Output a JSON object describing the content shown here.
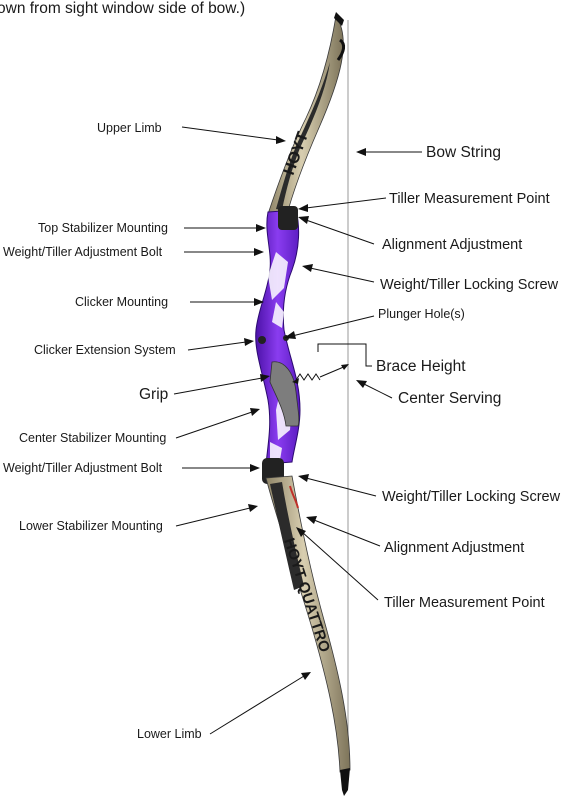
{
  "caption": "own from sight window side of bow.)",
  "labels": {
    "upper_limb": "Upper Limb",
    "bow_string": "Bow String",
    "tiller_point_top": "Tiller Measurement Point",
    "top_stab": "Top Stabilizer Mounting",
    "alignment_top": "Alignment Adjustment",
    "weight_bolt_top": "Weight/Tiller Adjustment Bolt",
    "locking_top": "Weight/Tiller Locking Screw",
    "clicker_mount": "Clicker Mounting",
    "plunger": "Plunger Hole(s)",
    "clicker_ext": "Clicker Extension System",
    "brace_height": "Brace Height",
    "grip": "Grip",
    "center_serving": "Center Serving",
    "center_stab": "Center Stabilizer Mounting",
    "weight_bolt_bottom": "Weight/Tiller Adjustment Bolt",
    "locking_bottom": "Weight/Tiller Locking Screw",
    "lower_stab": "Lower Stabilizer Mounting",
    "alignment_bottom": "Alignment Adjustment",
    "tiller_point_bottom": "Tiller Measurement Point",
    "lower_limb": "Lower Limb"
  },
  "brand": {
    "upper_limb_text": "HOYT",
    "lower_limb_text": "HOYT QUATTRO"
  },
  "colors": {
    "riser": "#7a2fe0",
    "limb": "#c9bd9c",
    "limb_dark": "#2a2a2a",
    "accent_red": "#c0302a",
    "string": "#9a9a9a"
  }
}
